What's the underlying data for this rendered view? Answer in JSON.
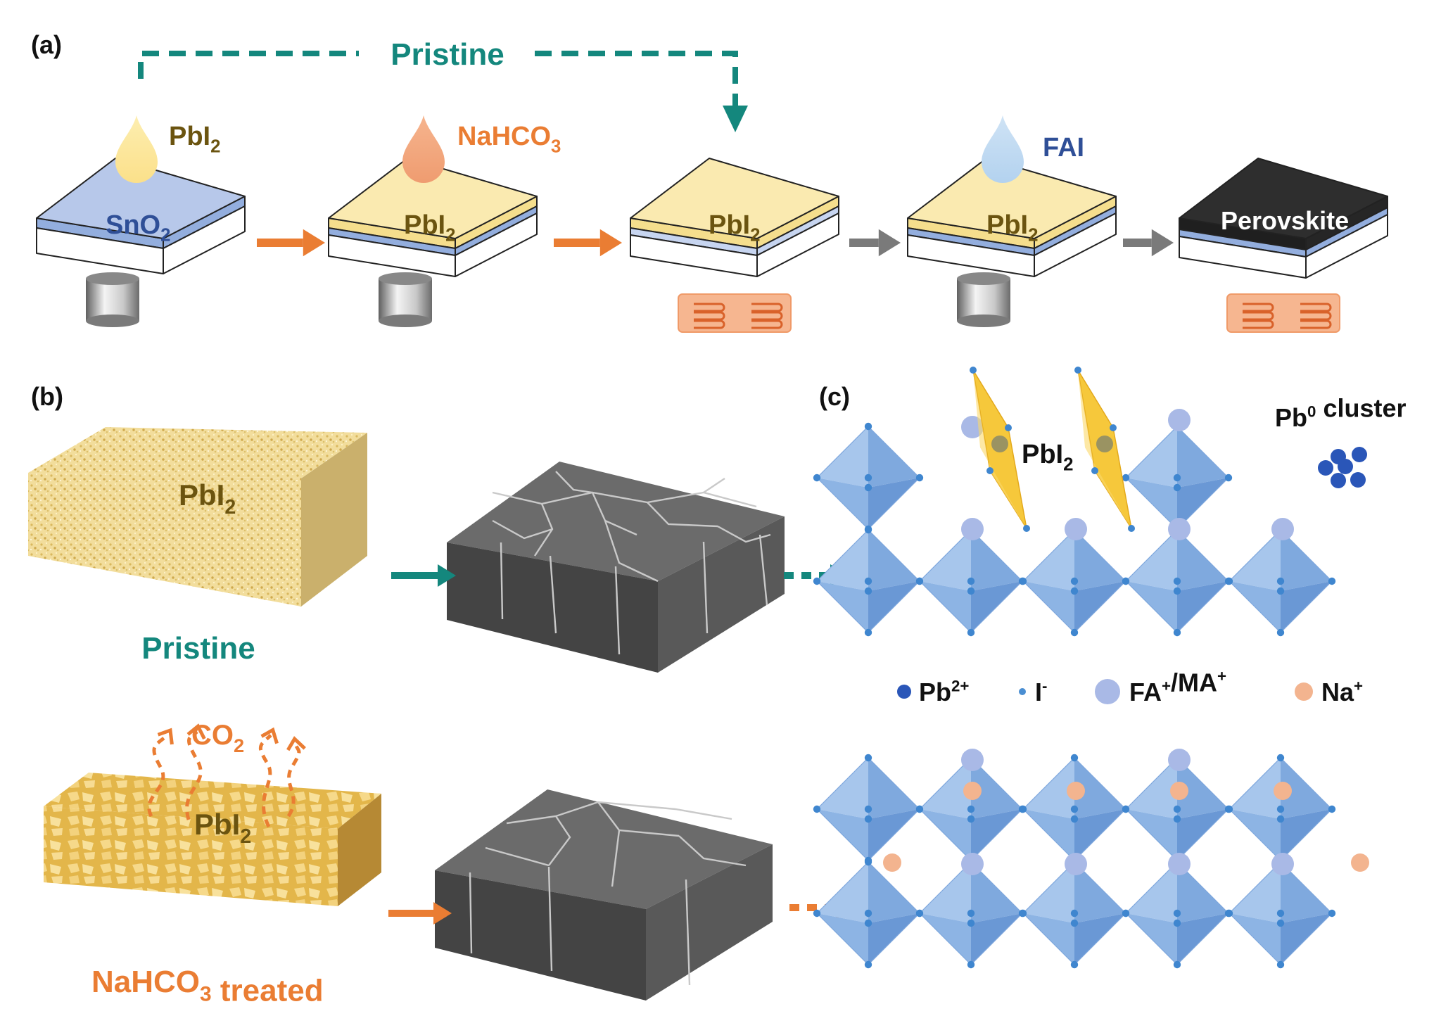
{
  "panel_labels": {
    "a": "(a)",
    "b": "(b)",
    "c": "(c)"
  },
  "panel_a": {
    "pristine_route": "Pristine",
    "drop_labels": {
      "pbi2": {
        "base": "PbI",
        "sub": "2"
      },
      "nahco3": {
        "base": "NaHCO",
        "sub": "3"
      },
      "fai": {
        "base": "FAI",
        "sub": ""
      }
    },
    "substrate_labels": {
      "sno2": {
        "base": "SnO",
        "sub": "2"
      },
      "pbi2": {
        "base": "PbI",
        "sub": "2"
      },
      "perovskite": "Perovskite"
    }
  },
  "panel_b": {
    "film_label": {
      "base": "PbI",
      "sub": "2"
    },
    "pristine_caption": "Pristine",
    "treated_caption": {
      "pre": "NaHCO",
      "sub": "3",
      "post": " treated"
    },
    "gas_label": {
      "base": "CO",
      "sub": "2"
    }
  },
  "panel_c": {
    "pbi2_label": {
      "base": "PbI",
      "sub": "2"
    },
    "cluster_label": {
      "base": "Pb",
      "sup": "0",
      "post": " cluster"
    },
    "legend": [
      {
        "base": "Pb",
        "sup": "2+",
        "color": "#2a56b8"
      },
      {
        "base": "I",
        "sup": "-",
        "color": "#4a8ed2"
      },
      {
        "base": "FA",
        "sup": "+",
        "mid": "/MA",
        "sup2": "+",
        "color": "#a9b9e6"
      },
      {
        "base": "Na",
        "sup": "+",
        "color": "#f3b48f"
      }
    ]
  },
  "colors": {
    "teal": "#14877d",
    "orange": "#ea7d33",
    "olive": "#6b5410",
    "navy": "#2f4f97",
    "grey_arrow": "#7a7a7a",
    "octahedron": "#7aa8e0",
    "pbi2_slab": "#f6c83b"
  }
}
